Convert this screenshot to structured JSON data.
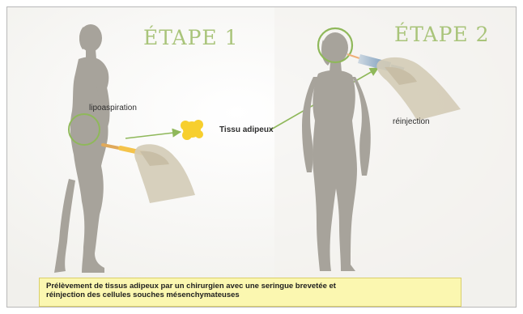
{
  "steps": {
    "step1": "ÉTAPE 1",
    "step2": "ÉTAPE 2"
  },
  "labels": {
    "liposuction": "lipoaspiration",
    "adipose_tissue": "Tissu adipeux",
    "reinjection": "réinjection"
  },
  "caption": {
    "line1": "Prélèvement de tissus adipeux par un chirurgien avec une seringue brevetée et",
    "line2": "réinjection des cellules souches mésenchymateuses"
  },
  "colors": {
    "silhouette": "#a7a39b",
    "accent_green": "#8fb85a",
    "title_green": "#a9c47a",
    "fat_yellow": "#f7cf2e",
    "caption_bg": "#fbf7b0"
  }
}
